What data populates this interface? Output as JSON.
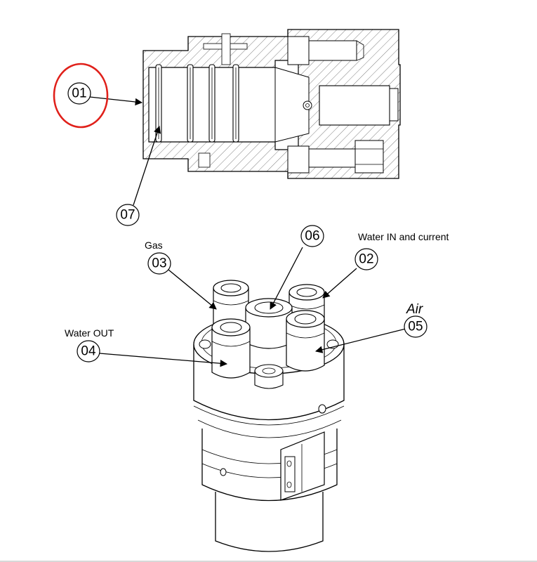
{
  "callouts": {
    "c01": "01",
    "c02": "02",
    "c03": "03",
    "c04": "04",
    "c05": "05",
    "c06": "06",
    "c07": "07"
  },
  "captions": {
    "gas": "Gas",
    "water_in": "Water IN and current",
    "water_out": "Water OUT",
    "air": "Air"
  },
  "highlight": {
    "target": "01",
    "color": "#e0201a"
  }
}
